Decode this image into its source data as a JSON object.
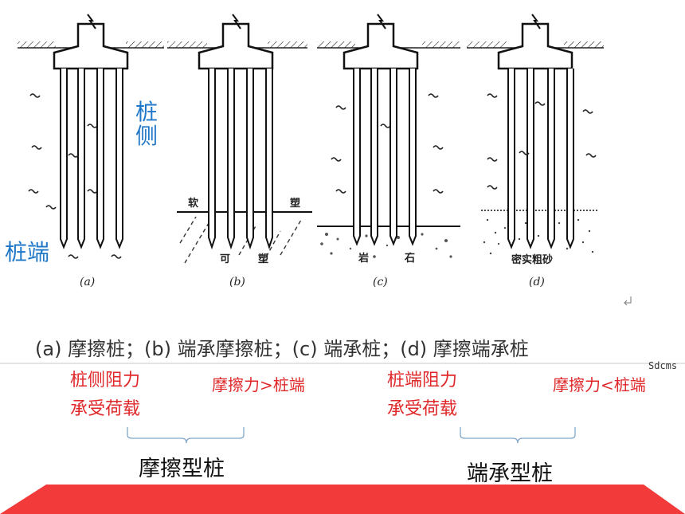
{
  "panel_labels": [
    "(a)",
    "(b)",
    "(c)",
    "(d)"
  ],
  "soil_labels": {
    "b_top_left": "软",
    "b_top_right": "塑",
    "b_bottom_left": "可",
    "b_bottom_right": "塑",
    "c_rock_1": "岩",
    "c_rock_2": "石",
    "d_sand": "密实粗砂"
  },
  "side_labels": {
    "pile_side": "桩\n侧",
    "pile_tip": "桩端"
  },
  "caption": "(a) 摩擦桩；(b) 端承摩擦桩；(c) 端承桩；(d) 摩擦端承桩",
  "watermark": "Sdcms",
  "notes": {
    "side_resistance": "桩侧阻力\n承受荷载",
    "friction_gt_tip": "摩擦力>桩端",
    "tip_resistance": "桩端阻力\n承受荷载",
    "friction_lt_tip": "摩擦力<桩端"
  },
  "groups": {
    "friction_type": "摩擦型桩",
    "end_bearing_type": "端承型桩"
  },
  "colors": {
    "blue_label": "#1f77c8",
    "red_note": "#e0282a",
    "bottom_band": "#f23a3a",
    "bracket": "#7fa7c9"
  }
}
